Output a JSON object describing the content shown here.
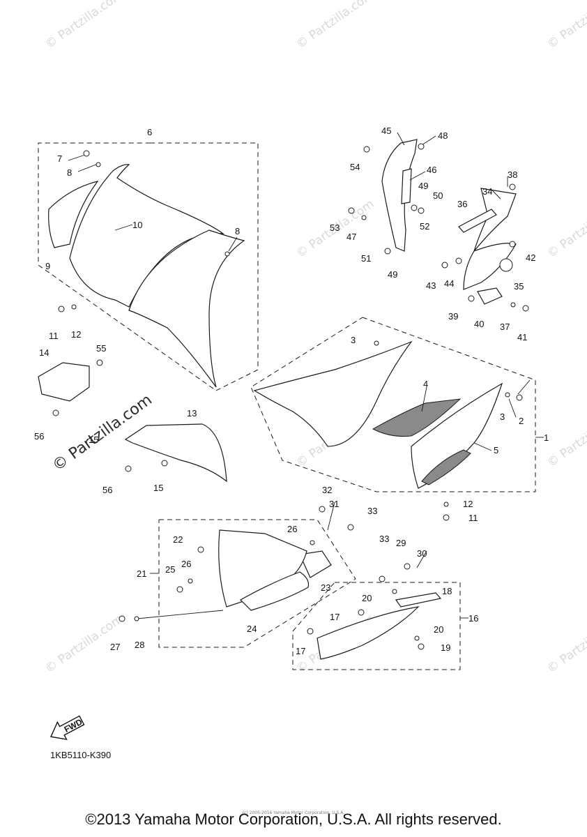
{
  "watermark": "© Partzilla.com",
  "diagram_code": "1KB5110-K390",
  "fwd_label": "FWD",
  "copyright": "©2013 Yamaha Motor Corporation, U.S.A. All rights reserved.",
  "copyright_small": "(c) 2005-2016 Yamaha Motor Corporation, U.S.A.",
  "callouts": [
    "1",
    "2",
    "3",
    "3",
    "4",
    "5",
    "6",
    "7",
    "8",
    "8",
    "9",
    "10",
    "11",
    "11",
    "12",
    "12",
    "13",
    "14",
    "15",
    "15",
    "16",
    "17",
    "17",
    "18",
    "19",
    "20",
    "20",
    "21",
    "22",
    "23",
    "24",
    "25",
    "26",
    "26",
    "27",
    "28",
    "29",
    "30",
    "31",
    "32",
    "33",
    "33",
    "34",
    "35",
    "36",
    "37",
    "38",
    "39",
    "40",
    "41",
    "42",
    "43",
    "44",
    "45",
    "46",
    "47",
    "48",
    "49",
    "49",
    "50",
    "51",
    "52",
    "53",
    "54",
    "55",
    "56",
    "56"
  ]
}
